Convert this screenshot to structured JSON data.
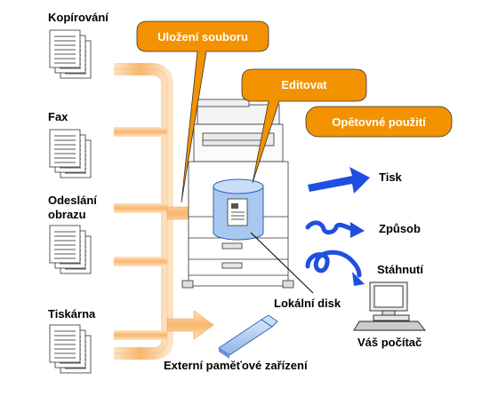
{
  "sources": [
    {
      "label": "Kopírování"
    },
    {
      "label": "Fax"
    },
    {
      "label": "Odeslání\nobrazu"
    },
    {
      "label": "Tiskárna"
    }
  ],
  "callouts": {
    "save": "Uložení souboru",
    "edit": "Editovat",
    "reuse": "Opětovné použití"
  },
  "outputs": {
    "print": "Tisk",
    "method": "Způsob",
    "download": "Stáhnutí"
  },
  "labels": {
    "local_disk": "Lokální disk",
    "pc": "Váš počítač",
    "external": "Externí paměťové zařízení"
  },
  "colors": {
    "orange": "#F39200",
    "orange_light": "#FBD5A5",
    "disk_blue": "#A9C8F0",
    "arrow_blue": "#1E4FE0",
    "callout_bg": "#F39200"
  },
  "icons": [
    "document-stack-icon",
    "printer-device-icon",
    "hard-disk-icon",
    "usb-drive-icon",
    "computer-icon",
    "arrow-icon"
  ]
}
